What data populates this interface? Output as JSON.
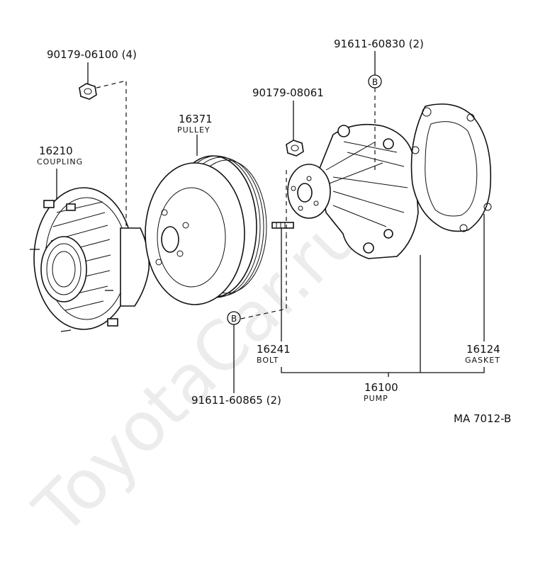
{
  "watermark": "ToyotaCar.ru",
  "callouts": {
    "nut_upper": {
      "part_no": "90179-06100 (4)"
    },
    "bolt_b_upper": {
      "part_no": "91611-60830 (2)",
      "marker": "B"
    },
    "nut_pump": {
      "part_no": "90179-08061"
    },
    "pulley": {
      "part_no": "16371",
      "name": "PULLEY"
    },
    "coupling": {
      "part_no": "16210",
      "name": "COUPLING"
    },
    "bolt": {
      "part_no": "16241",
      "name": "BOLT"
    },
    "gasket": {
      "part_no": "16124",
      "name": "GASKET"
    },
    "pump": {
      "part_no": "16100",
      "name": "PUMP"
    },
    "bolt_b_lower": {
      "part_no": "91611-60865 (2)",
      "marker": "B"
    }
  },
  "diagram_code": "MA 7012-B"
}
